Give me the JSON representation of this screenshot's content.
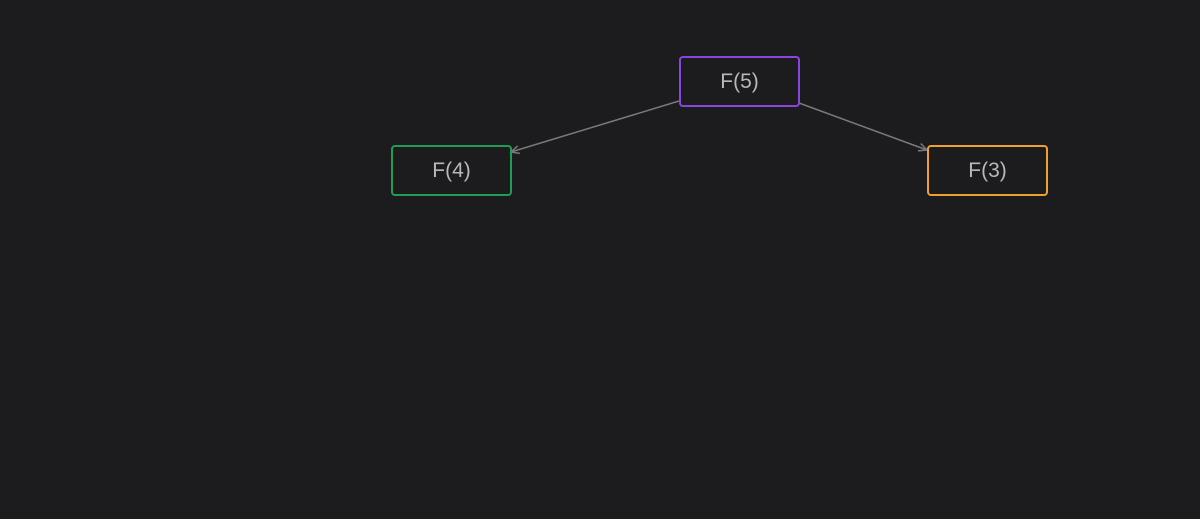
{
  "diagram": {
    "nodes": [
      {
        "id": "f5",
        "label": "F(5)",
        "border_color": "#8a44e0"
      },
      {
        "id": "f4",
        "label": "F(4)",
        "border_color": "#1f9d55"
      },
      {
        "id": "f3",
        "label": "F(3)",
        "border_color": "#f0a030"
      }
    ],
    "edges": [
      {
        "from": "f5",
        "to": "f4"
      },
      {
        "from": "f5",
        "to": "f3"
      }
    ],
    "edge_color": "#7a7a7a"
  }
}
